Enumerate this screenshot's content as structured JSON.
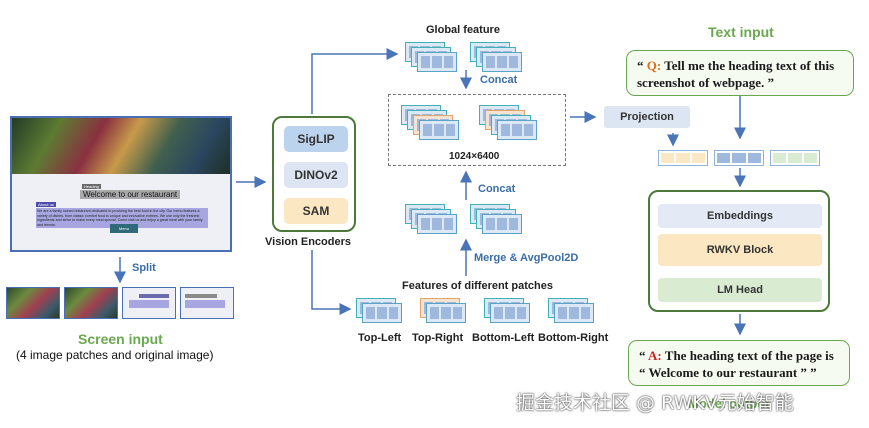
{
  "screen_input": {
    "title": "Screen input",
    "subtitle": "(4 image patches and original image)",
    "split_label": "Split",
    "screenshot_heading_small": "Heading",
    "screenshot_heading": "Welcome to our restaurant",
    "screenshot_subheading": "About us",
    "screenshot_body": "We are a family owned restaurant dedicated to providing the best food in the city. Our menu features a variety of dishes, from classic comfort food to unique and innovative entrees. We use only the freshest ingredients and strive to make every meal special. Come visit us and enjoy a great meal with your family and friends.",
    "screenshot_button": "Menu"
  },
  "vision_encoders": {
    "title": "Vision Encoders",
    "items": [
      "SigLIP",
      "DINOv2",
      "SAM"
    ]
  },
  "features": {
    "global_label": "Global feature",
    "concat_top": "Concat",
    "dims": "1024×6400",
    "concat_mid": "Concat",
    "merge_label": "Merge & AvgPool2D",
    "patches_label": "Features of different patches",
    "patch_names": [
      "Top-Left",
      "Top-Right",
      "Bottom-Left",
      "Bottom-Right"
    ]
  },
  "projection": {
    "label": "Projection"
  },
  "text_input": {
    "title": "Text input",
    "q_letter": "Q:",
    "q_text": "Tell me the heading text of this screenshot of webpage. ”",
    "q_open": "“"
  },
  "model": {
    "blocks": [
      "Embeddings",
      "RWKV Block",
      "LM Head"
    ]
  },
  "answer": {
    "a_open": "“",
    "a_letter": "A:",
    "a_text": "The heading text of the page is “ Welcome to our restaurant ” ”"
  },
  "output": {
    "title": "Model output"
  },
  "watermark": "掘金技术社区 @ RWKV元始智能",
  "colors": {
    "arrow": "#4a74b8",
    "green": "#6aa84f",
    "siglip": "#bcd3ee",
    "dinov2": "#dde4f2",
    "sam": "#fbe8c2",
    "embeddings": "#e3eaf5",
    "rwkv": "#fbe8c2",
    "lmhead": "#d9ecd2"
  }
}
